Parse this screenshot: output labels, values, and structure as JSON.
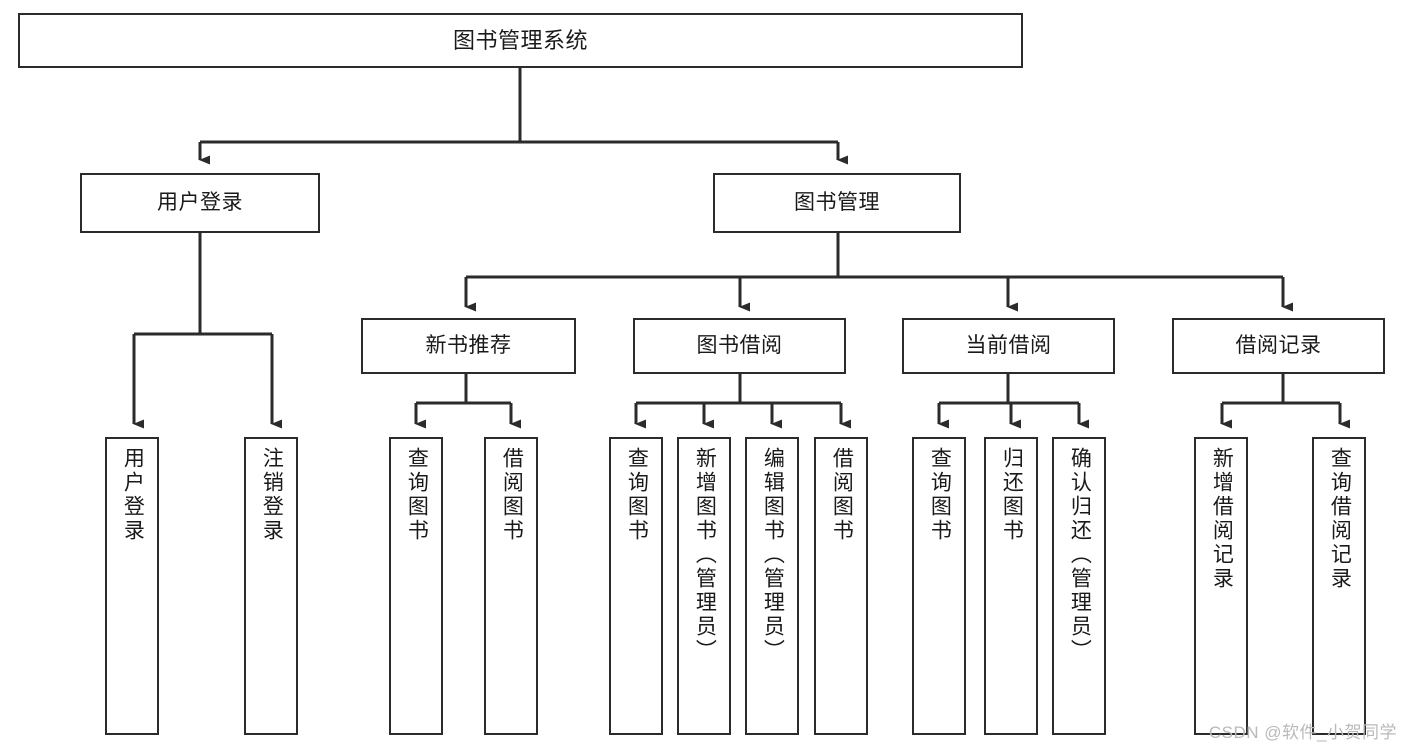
{
  "diagram": {
    "title": "图书管理系统",
    "type": "tree-hierarchy",
    "nodes": {
      "root": {
        "label": "图书管理系统"
      },
      "level1": [
        {
          "id": "user-login",
          "label": "用户登录"
        },
        {
          "id": "book-manage",
          "label": "图书管理"
        }
      ],
      "level2": [
        {
          "id": "new-book-recommend",
          "label": "新书推荐",
          "parent": "book-manage"
        },
        {
          "id": "book-borrow",
          "label": "图书借阅",
          "parent": "book-manage"
        },
        {
          "id": "current-borrow",
          "label": "当前借阅",
          "parent": "book-manage"
        },
        {
          "id": "borrow-record",
          "label": "借阅记录",
          "parent": "book-manage"
        }
      ],
      "leaves": [
        {
          "id": "leaf-user-login",
          "label": "用户登录",
          "parent": "user-login"
        },
        {
          "id": "leaf-user-logout",
          "label": "注销登录",
          "parent": "user-login"
        },
        {
          "id": "leaf-query-book-1",
          "label": "查询图书",
          "parent": "new-book-recommend"
        },
        {
          "id": "leaf-borrow-book-1",
          "label": "借阅图书",
          "parent": "new-book-recommend"
        },
        {
          "id": "leaf-query-book-2",
          "label": "查询图书",
          "parent": "book-borrow"
        },
        {
          "id": "leaf-add-book",
          "label": "新增图书（管理员）",
          "parent": "book-borrow"
        },
        {
          "id": "leaf-edit-book",
          "label": "编辑图书（管理员）",
          "parent": "book-borrow"
        },
        {
          "id": "leaf-borrow-book-2",
          "label": "借阅图书",
          "parent": "book-borrow"
        },
        {
          "id": "leaf-query-book-3",
          "label": "查询图书",
          "parent": "current-borrow"
        },
        {
          "id": "leaf-return-book",
          "label": "归还图书",
          "parent": "current-borrow"
        },
        {
          "id": "leaf-confirm-return",
          "label": "确认归还（管理员）",
          "parent": "current-borrow"
        },
        {
          "id": "leaf-add-record",
          "label": "新增借阅记录",
          "parent": "borrow-record"
        },
        {
          "id": "leaf-query-record",
          "label": "查询借阅记录",
          "parent": "borrow-record"
        }
      ]
    },
    "colors": {
      "border": "#2b2b2b",
      "fill": "#ffffff",
      "text": "#1a1a1a",
      "watermark": "#b9b9b9"
    }
  },
  "watermark": {
    "text": "CSDN @软件_小贺同学"
  }
}
